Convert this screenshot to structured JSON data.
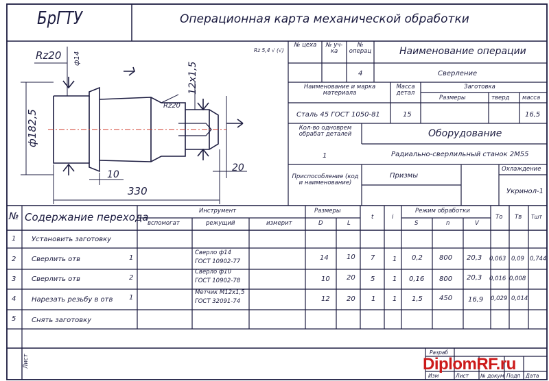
{
  "header": {
    "org": "БрГТУ",
    "title": "Операционная карта механической обработки"
  },
  "operation_info": {
    "shop_no_label": "№ цеха",
    "section_no_label": "№ уч-ка",
    "operation_no_label": "№ операц",
    "operation_no": "4",
    "operation_name_label": "Наименование операции",
    "operation_name": "Сверление"
  },
  "material": {
    "label": "Наименование и марка материала",
    "value": "Сталь 45 ГОСТ 1050-81",
    "part_mass_label": "Масса детал",
    "part_mass": "15",
    "blank_label": "Заготовка",
    "sizes_label": "Размеры",
    "hardness_label": "тверд",
    "mass_label": "масса",
    "blank_mass": "16,5"
  },
  "equipment": {
    "simult_parts_label": "Кол-во одноврем обрабат деталей",
    "simult_parts": "1",
    "label": "Оборудование",
    "value": "Радиально-сверлильный станок 2М55"
  },
  "fixture": {
    "label": "Приспособление (код и наименование)",
    "value": "Призмы",
    "coolant_label": "Охлаждение",
    "coolant": "Укринол-1"
  },
  "drawing": {
    "roughness_top": "Rz20",
    "diameter_small": "ф14",
    "roughness_mid": "Rz20",
    "diameter_big": "ф182,5",
    "thread": "12х1,5",
    "dim_10": "10",
    "dim_330": "330",
    "dim_20": "20",
    "roughness_sign": "Rz 5,4 √ (√)"
  },
  "table": {
    "headers": {
      "no": "№",
      "content": "Содержание перехода",
      "tool": "Инструмент",
      "aux": "вспомогат",
      "cutting": "режущий",
      "measuring": "измерит",
      "sizes": "Размеры",
      "d": "D",
      "l": "L",
      "t": "t",
      "i": "i",
      "mode": "Режим обработки",
      "s": "S",
      "n": "n",
      "v": "V",
      "to": "То",
      "tv": "Тв",
      "tsht": "Тшт"
    },
    "rows": [
      {
        "no": "1",
        "content": "Установить заготовку",
        "count": "",
        "tool1": "",
        "tool2": "",
        "d": "",
        "l": "",
        "t": "",
        "i": "",
        "s": "",
        "n": "",
        "v": "",
        "to": "",
        "tv": "",
        "tsht": ""
      },
      {
        "no": "2",
        "content": "Сверлить отв",
        "count": "1",
        "tool1": "Сверло ф14",
        "tool2": "ГОСТ 10902-77",
        "d": "14",
        "l": "10",
        "t": "7",
        "i": "1",
        "s": "0,2",
        "n": "800",
        "v": "20,3",
        "to": "0,063",
        "tv": "0,09",
        "tsht": "0,744"
      },
      {
        "no": "3",
        "content": "Сверлить отв",
        "count": "2",
        "tool1": "Сверло ф10",
        "tool2": "ГОСТ 10902-78",
        "d": "10",
        "l": "20",
        "t": "5",
        "i": "1",
        "s": "0,16",
        "n": "800",
        "v": "20,3",
        "to": "0,016",
        "tv": "0,008",
        "tsht": ""
      },
      {
        "no": "4",
        "content": "Нарезать резьбу в отв",
        "count": "1",
        "tool1": "Метчик М12х1,5",
        "tool2": "ГОСТ 32091-74",
        "d": "12",
        "l": "20",
        "t": "1",
        "i": "1",
        "s": "1,5",
        "n": "450",
        "v": "16,9",
        "to": "0,029",
        "tv": "0,014",
        "tsht": ""
      },
      {
        "no": "5",
        "content": "Снять заготовку",
        "count": "",
        "tool1": "",
        "tool2": "",
        "d": "",
        "l": "",
        "t": "",
        "i": "",
        "s": "",
        "n": "",
        "v": "",
        "to": "",
        "tv": "",
        "tsht": ""
      }
    ]
  },
  "footer": {
    "sheet_label": "Лист",
    "developed": "Разраб",
    "changed": "Изм",
    "sheet": "Лист",
    "doc_no": "№ докум",
    "signature": "Подп",
    "date": "Дата"
  },
  "watermark": "DiplomRF.ru",
  "colors": {
    "ink": "#1c1c40",
    "watermark": "#cc1a1a"
  }
}
